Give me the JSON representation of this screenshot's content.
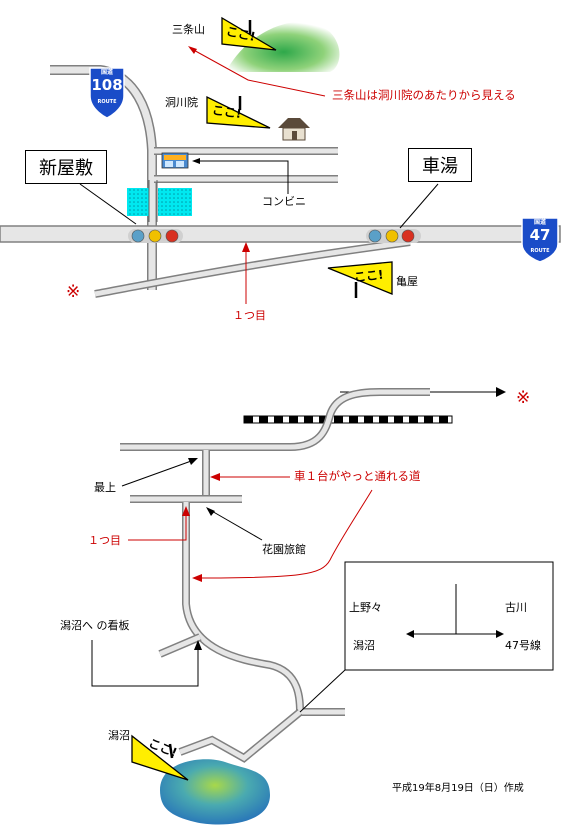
{
  "top": {
    "mountain_name": "三条山",
    "note_mountain": "三条山は洞川院のあたりから見える",
    "temple_name": "洞川院",
    "box_left": "新屋敷",
    "box_right": "車湯",
    "convenience": "コンビニ",
    "kameya": "亀屋",
    "first": "１つ目",
    "route_left": "108",
    "route_right": "47",
    "route_word": "ROUTE",
    "route_top": "国道",
    "mark": "※",
    "sign_text": "ここ!"
  },
  "bottom": {
    "mark": "※",
    "narrow_road": "車１台がやっと通れる道",
    "mogami": "最上",
    "first": "１つ目",
    "kaen": "花園旅館",
    "sign_to": "潟沼へ の看板",
    "katanuma": "潟沼",
    "inset_left1": "上野々",
    "inset_left2": "潟沼",
    "inset_right1": "古川",
    "inset_right2": "47号線",
    "date": "平成19年8月19日（日）作成",
    "sign_text": "ここ!"
  },
  "colors": {
    "road_fill": "#e6e6e6",
    "road_edge": "#808080",
    "annotation": "#cc0000",
    "sign_yellow": "#ffee00",
    "route_shield": "#1a4cc8",
    "pond": "#3a9ab8",
    "water_cyan": "#00ffff"
  }
}
